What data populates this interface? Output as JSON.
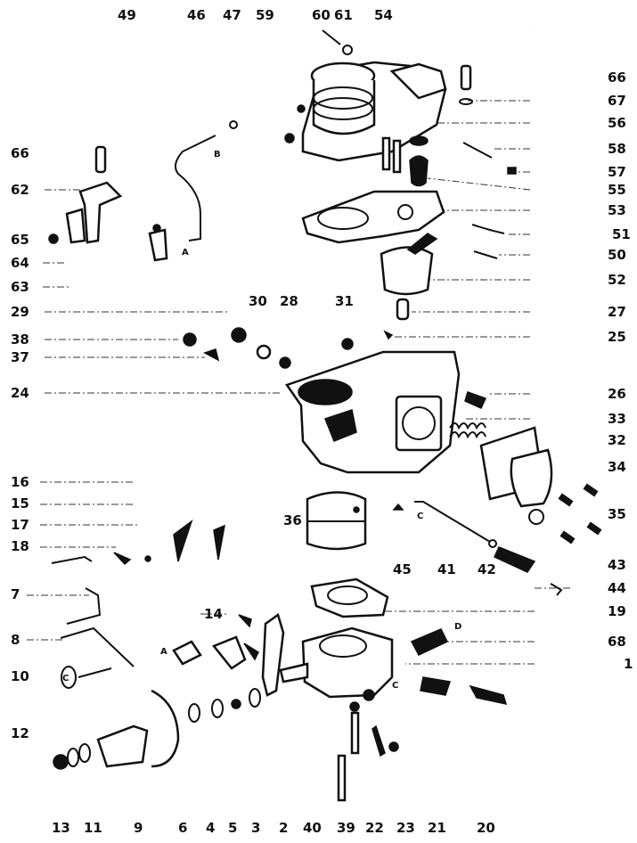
{
  "diagram": {
    "title": "Carburetor exploded view",
    "ink_color": "#111111",
    "background": "#ffffff"
  },
  "labels": {
    "top": [
      "49",
      "46",
      "47",
      "59",
      "60",
      "61",
      "54"
    ],
    "left": [
      "66",
      "62",
      "65",
      "64",
      "63",
      "29",
      "38",
      "37",
      "24",
      "16",
      "15",
      "17",
      "18",
      "7",
      "8",
      "10",
      "12"
    ],
    "right": [
      "66",
      "67",
      "56",
      "58",
      "57",
      "55",
      "53",
      "51",
      "50",
      "52",
      "27",
      "25",
      "26",
      "33",
      "32",
      "34",
      "35",
      "43",
      "44",
      "19",
      "68",
      "1"
    ],
    "middle": [
      "30",
      "28",
      "31",
      "36",
      "45",
      "41",
      "42",
      "14"
    ],
    "bottom": [
      "13",
      "11",
      "9",
      "6",
      "4",
      "5",
      "3",
      "2",
      "40",
      "39",
      "22",
      "23",
      "21",
      "20"
    ]
  },
  "connector_marks": [
    "A",
    "B",
    "C",
    "D"
  ]
}
